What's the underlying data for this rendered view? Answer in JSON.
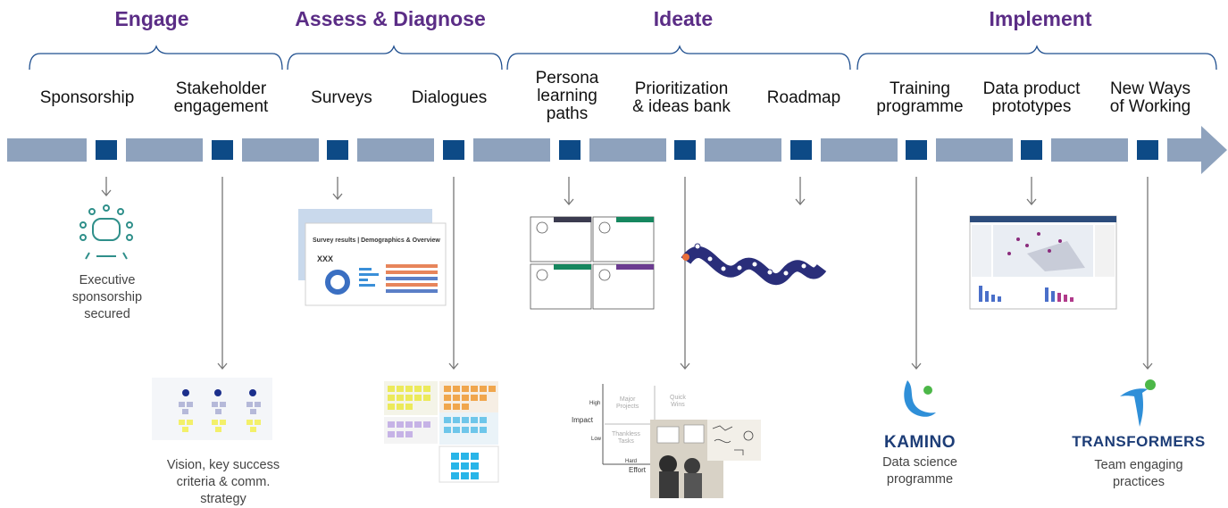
{
  "phases": [
    {
      "label": "Engage"
    },
    {
      "label": "Assess & Diagnose"
    },
    {
      "label": "Ideate"
    },
    {
      "label": "Implement"
    }
  ],
  "steps": [
    {
      "label": "Sponsorship"
    },
    {
      "label": "Stakeholder\nengagement"
    },
    {
      "label": "Surveys"
    },
    {
      "label": "Dialogues"
    },
    {
      "label": "Persona\nlearning\npaths"
    },
    {
      "label": "Prioritization\n& ideas bank"
    },
    {
      "label": "Roadmap"
    },
    {
      "label": "Training\nprogramme"
    },
    {
      "label": "Data product\nprototypes"
    },
    {
      "label": "New Ways\nof Working"
    }
  ],
  "captions": {
    "exec": "Executive\nsponsorship\nsecured",
    "vision": "Vision, key success\ncriteria & comm.\nstrategy",
    "kamino_sub": "Data science\nprogramme",
    "transformers_sub": "Team engaging\npractices"
  },
  "brands": {
    "kamino": "KAMINO",
    "transformers": "TRANSFORMERS"
  },
  "thumbs": {
    "survey_title": "Survey results | Demographics & Overview",
    "survey_big": "XXX",
    "matrix_impact": "Impact",
    "matrix_effort": "Effort",
    "matrix_high": "High",
    "matrix_low": "Low",
    "matrix_hard": "Hard",
    "matrix_major": "Major\nProjects",
    "matrix_quick": "Quick\nWins",
    "matrix_thankless": "Thankless\nTasks"
  },
  "colors": {
    "phase": "#5b2d86",
    "bar": "#8ea2bd",
    "node": "#0d4a86",
    "bracket": "#1f4f8f",
    "arrow": "#777777",
    "brand": "#1d3d77",
    "kamino_green": "#4cb748",
    "kamino_blue": "#2f8fd8"
  }
}
